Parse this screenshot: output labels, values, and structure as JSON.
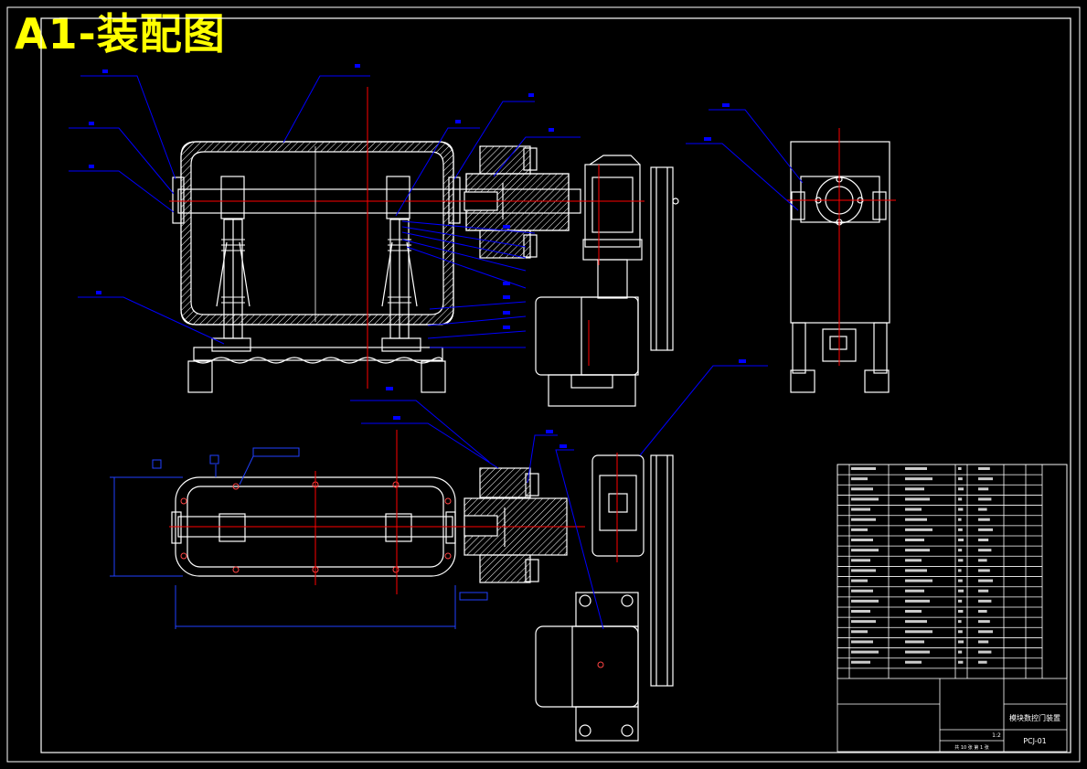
{
  "sheet": {
    "title": "A1-装配图",
    "colors": {
      "background": "#000000",
      "outline": "#ffffff",
      "leader": "#0000ff",
      "centerline": "#ff0000",
      "title": "#ffff00"
    }
  },
  "title_block": {
    "drawing_name": "模块数控门装置",
    "drawing_number": "PCJ-01",
    "scale": "1:2",
    "sheet_info": "共 10 张   第 1 张"
  }
}
